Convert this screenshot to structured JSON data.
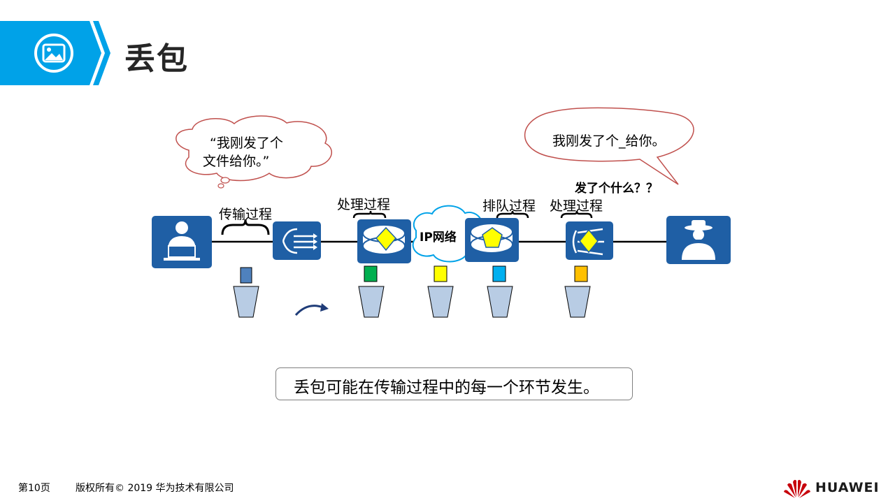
{
  "page_title": "丢包",
  "sender_bubble": {
    "line1": "“我刚发了个",
    "line2": "文件给你。”"
  },
  "receiver_bubble": {
    "text": "我刚发了个_给你。"
  },
  "receiver_question": "发了个什么？？",
  "stage_labels": {
    "transmission": "传输过程",
    "processing_1": "处理过程",
    "queuing": "排队过程",
    "processing_2": "处理过程"
  },
  "cloud_label": "IP网络",
  "summary": "丢包可能在传输过程中的每一个环节发生。",
  "footer": {
    "page": "第10页",
    "copyright": "版权所有© 2019 华为技术有限公司",
    "brand": "HUAWEI"
  },
  "colors": {
    "header_blue": "#00a2e8",
    "device_blue": "#1f5fa5",
    "bucket_fill": "#b8cce4",
    "bubble_border": "#c0504d",
    "packet_sender": "#4f81bd",
    "packet_router1": "#00b050",
    "packet_cloud": "#ffff00",
    "packet_router2": "#00b0f0",
    "packet_firewall": "#ffc000",
    "brand_red": "#c7000b"
  }
}
